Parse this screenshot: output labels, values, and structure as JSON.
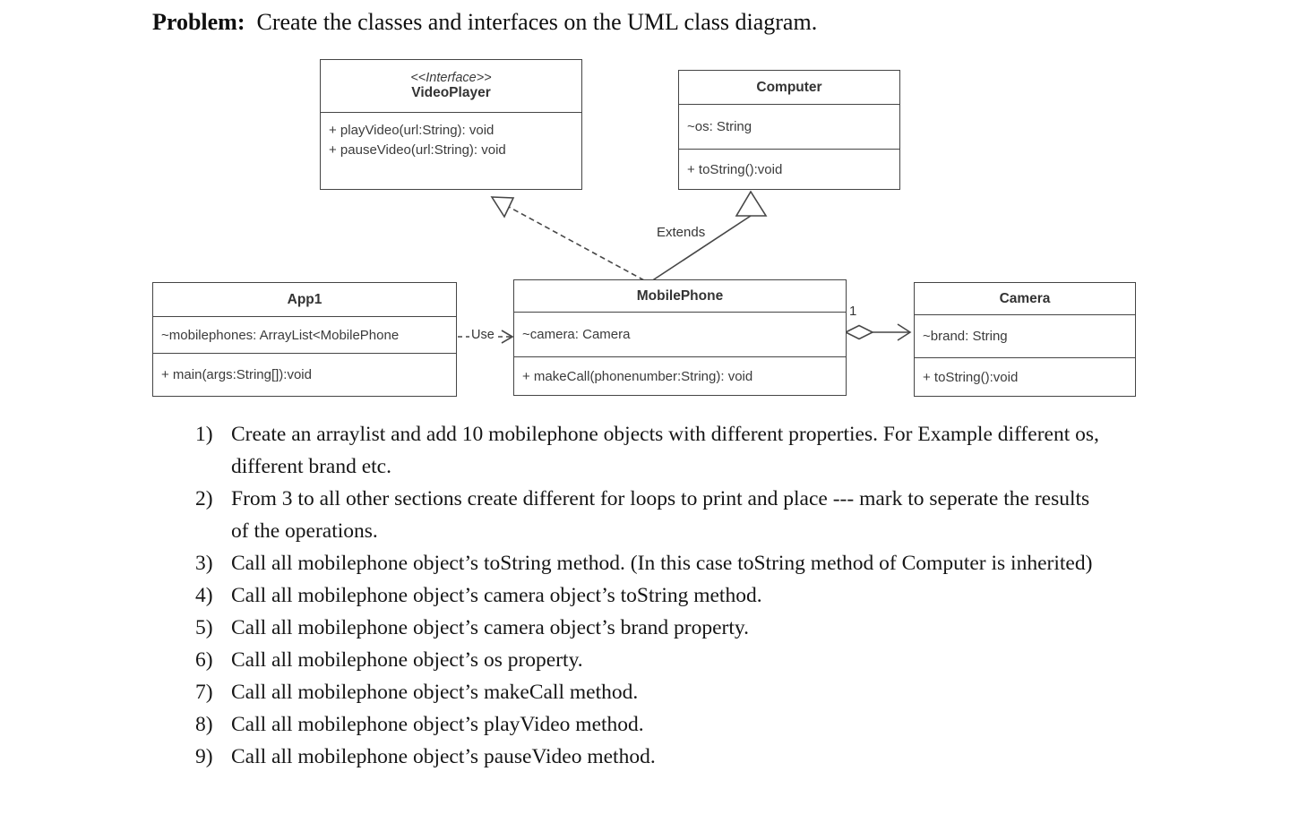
{
  "problem": {
    "label": "Problem:",
    "statement": "Create the classes and interfaces on the UML class diagram."
  },
  "uml": {
    "videoplayer": {
      "stereotype": "<<Interface>>",
      "name": "VideoPlayer",
      "method1": "+ playVideo(url:String): void",
      "method2": "+ pauseVideo(url:String): void"
    },
    "computer": {
      "name": "Computer",
      "attr1": "~os: String",
      "method1": "+ toString():void"
    },
    "app1": {
      "name": "App1",
      "attr1": "~mobilephones: ArrayList<MobilePhone",
      "method1": "+ main(args:String[]):void"
    },
    "mobilephone": {
      "name": "MobilePhone",
      "attr1": "~camera: Camera",
      "method1": "+ makeCall(phonenumber:String): void"
    },
    "camera": {
      "name": "Camera",
      "attr1": "~brand: String",
      "method1": "+ toString():void"
    },
    "labels": {
      "extends": "Extends",
      "use": "Use",
      "camera_multiplicity": "1"
    }
  },
  "tasks": [
    {
      "num": "1)",
      "text": "Create an arraylist and add 10 mobilephone objects with different properties. For Example different os, different brand etc."
    },
    {
      "num": "2)",
      "text": "From 3 to all other sections create different for loops to print and place --- mark to seperate the results of the operations."
    },
    {
      "num": "3)",
      "text": "Call all mobilephone object’s toString method. (In this case toString method of Computer is inherited)"
    },
    {
      "num": "4)",
      "text": "Call all mobilephone object’s camera object’s toString method."
    },
    {
      "num": "5)",
      "text": "Call all mobilephone object’s camera object’s brand property."
    },
    {
      "num": "6)",
      "text": "Call all mobilephone object’s os property."
    },
    {
      "num": "7)",
      "text": "Call all mobilephone object’s makeCall method."
    },
    {
      "num": "8)",
      "text": "Call all mobilephone object’s playVideo method."
    },
    {
      "num": "9)",
      "text": "Call all mobilephone object’s pauseVideo method."
    }
  ],
  "colors": {
    "border": "#454545",
    "diagram_text": "#3b3b3b",
    "body_text": "#161616"
  }
}
